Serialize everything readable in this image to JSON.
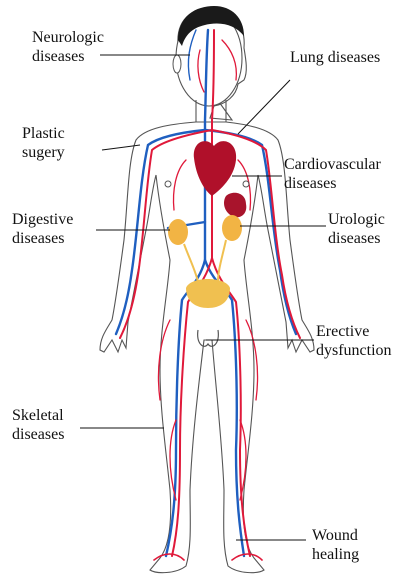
{
  "labels": {
    "neurologic": [
      "Neurologic",
      "diseases"
    ],
    "lung": [
      "Lung diseases"
    ],
    "plastic": [
      "Plastic",
      "sugery"
    ],
    "cardio": [
      "Cardiovascular",
      "diseases"
    ],
    "digestive": [
      "Digestive",
      "diseases"
    ],
    "urologic": [
      "Urologic",
      "diseases"
    ],
    "erective": [
      "Erective",
      "dysfunction"
    ],
    "skeletal": [
      "Skeletal",
      "diseases"
    ],
    "wound": [
      "Wound",
      "healing"
    ]
  },
  "colors": {
    "artery": "#e0193a",
    "vein": "#1f5fc0",
    "heart": "#b0102a",
    "liver": "#a8142c",
    "kidney": "#f2b444",
    "bladder": "#f0c050",
    "hair": "#1a1a1a",
    "outline": "#555555",
    "leader": "#111111"
  }
}
